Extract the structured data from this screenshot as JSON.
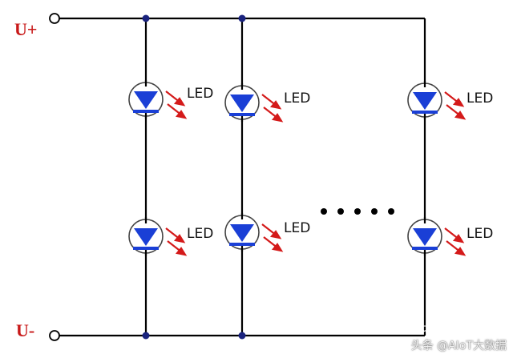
{
  "terminals": {
    "positive": "U+",
    "negative": "U-"
  },
  "led_label": "LED",
  "ellipsis_dots": 5,
  "watermark": "头条 @AIoT大数据",
  "colors": {
    "wire": "#000000",
    "junction": "#1a237e",
    "led_body": "#1a3fd6",
    "led_outline": "#444444",
    "arrow": "#d41a1a",
    "terminal_text": "#c81818"
  },
  "icons": {
    "watermark": "wechat-bubble-icon"
  }
}
